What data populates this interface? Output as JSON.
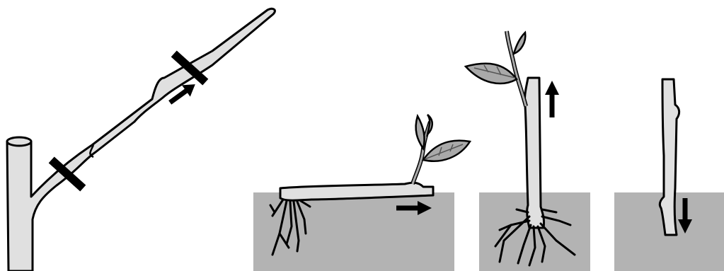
{
  "diagram": {
    "panels": [
      {
        "id": "cut-branch",
        "description_icon": "branch-with-two-cut-marks"
      },
      {
        "id": "horizontal-planting",
        "description_icon": "horizontal-cutting-in-soil"
      },
      {
        "id": "upright-growth",
        "description_icon": "upright-cutting-growing-up"
      },
      {
        "id": "inverted-planting",
        "description_icon": "cutting-planted-downward"
      }
    ],
    "colors": {
      "stem_fill": "#e0e0e0",
      "leaf_fill": "#a9a9a9",
      "soil_fill": "#b3b3b3",
      "outline": "#000000",
      "background": "#ffffff"
    },
    "arrows": [
      {
        "panel": "cut-branch",
        "direction": "up-right"
      },
      {
        "panel": "horizontal-planting",
        "direction": "right"
      },
      {
        "panel": "upright-growth",
        "direction": "up"
      },
      {
        "panel": "inverted-planting",
        "direction": "down"
      }
    ]
  }
}
